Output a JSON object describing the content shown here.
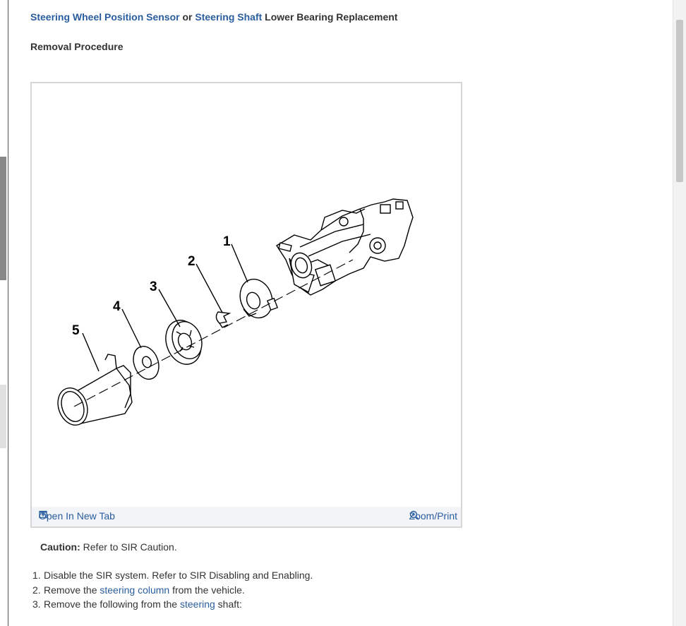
{
  "header": {
    "title_part1": "Steering Wheel Position Sensor",
    "title_or": "or",
    "title_part2": "Steering Shaft",
    "title_part3": "Lower Bearing Replacement",
    "subtitle": "Removal Procedure"
  },
  "figure": {
    "callouts": [
      "1",
      "2",
      "3",
      "4",
      "5"
    ],
    "open_tab_icon": "open-in-new-tab-icon",
    "open_tab_label": "Open In New Tab",
    "zoom_icon": "magnifier-plus-icon",
    "zoom_label": "Zoom/Print"
  },
  "caution": {
    "label": "Caution:",
    "text": "Refer to SIR Caution."
  },
  "steps": [
    {
      "num": "1.",
      "pre": "Disable the SIR system. Refer to SIR Disabling and Enabling.",
      "link": "",
      "post": ""
    },
    {
      "num": "2.",
      "pre": "Remove the ",
      "link": "steering column",
      "post": " from the vehicle."
    },
    {
      "num": "3.",
      "pre": "Remove the following from the ",
      "link": "steering",
      "post": " shaft:"
    }
  ],
  "colors": {
    "link": "#2a5d9f",
    "text": "#333333",
    "footer_bg": "#f3f4f7"
  }
}
